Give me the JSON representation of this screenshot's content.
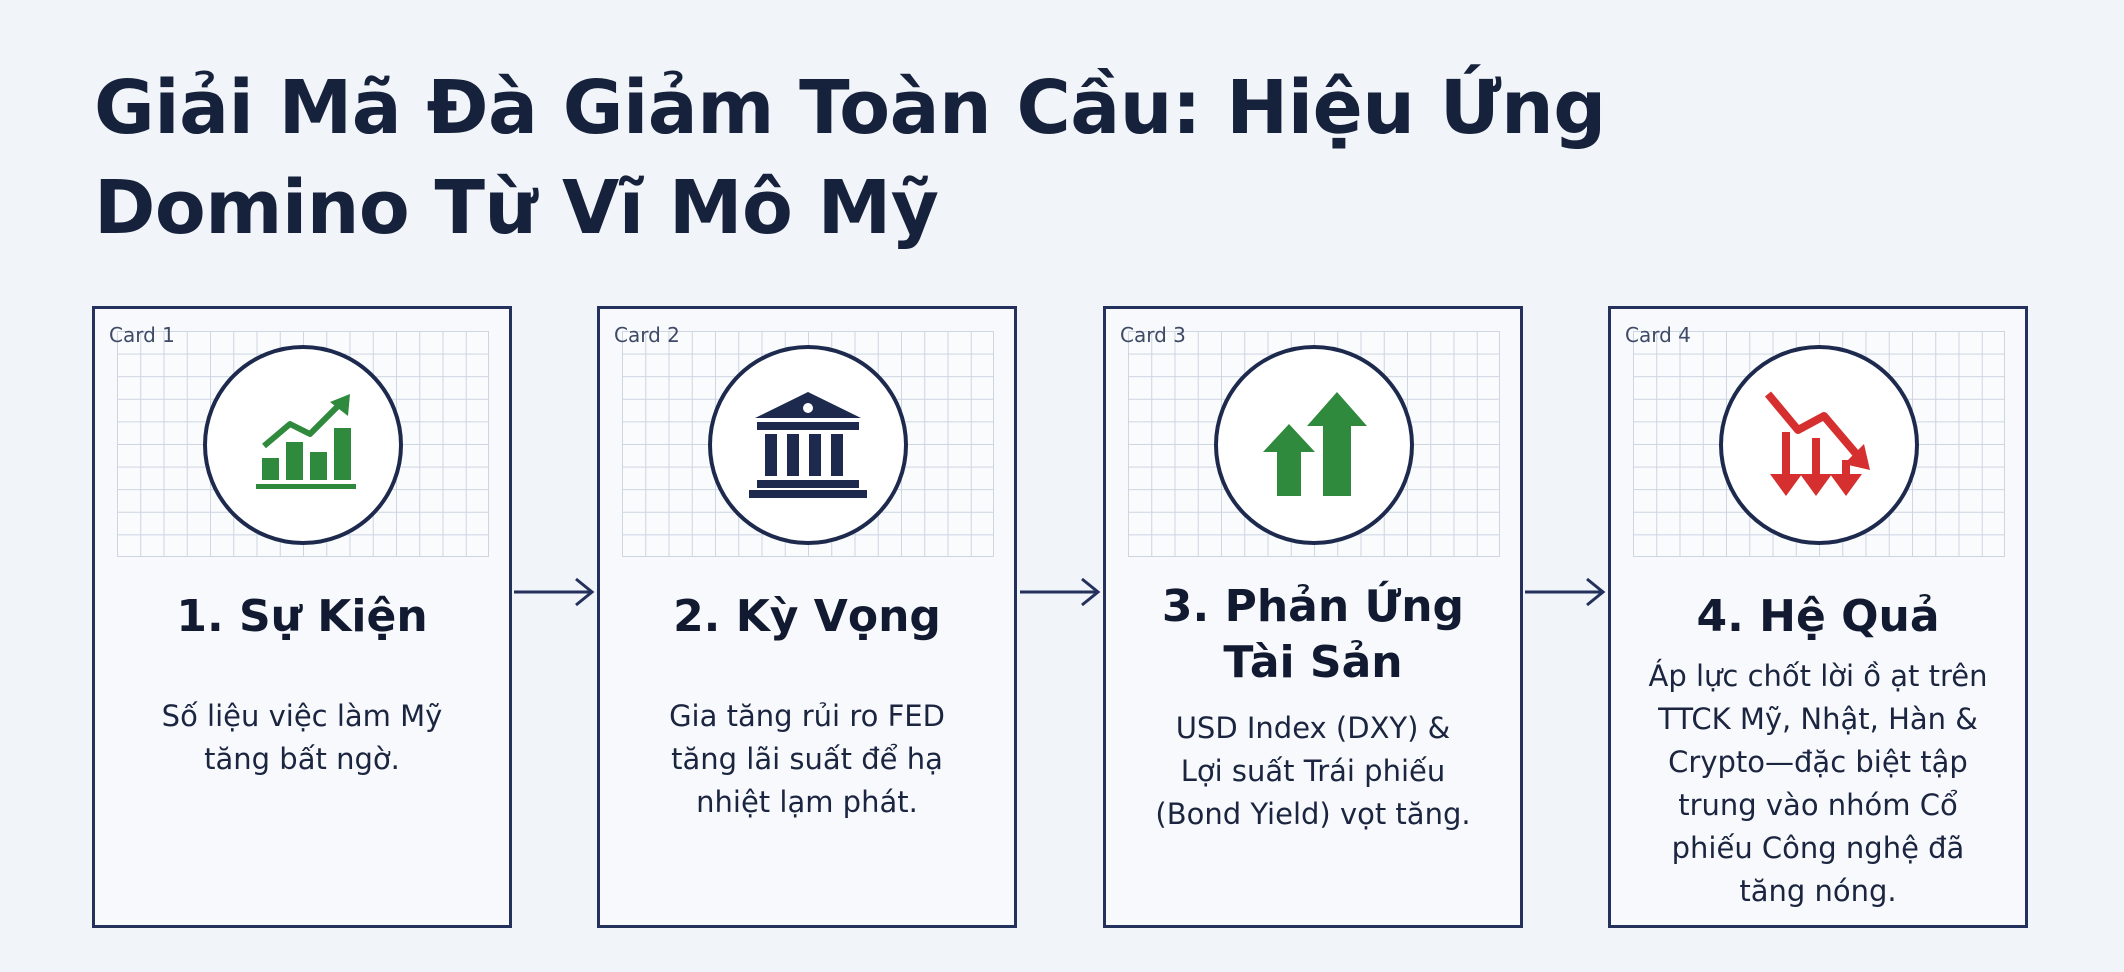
{
  "title": {
    "line1": "Giải Mã Đà Giảm Toàn Cầu: Hiệu Ứng",
    "line2": "Domino Từ Vĩ Mô Mỹ"
  },
  "colors": {
    "navy": "#1d2a4e",
    "green": "#2f8a3d",
    "red": "#d62f2f"
  },
  "cards": [
    {
      "tag": "Card 1",
      "icon": "bar-chart-up-icon",
      "heading": "1. Sự Kiện",
      "body": "Số liệu việc làm Mỹ\ntăng bất ngờ."
    },
    {
      "tag": "Card 2",
      "icon": "bank-building-icon",
      "heading": "2. Kỳ Vọng",
      "body": "Gia tăng rủi ro FED\ntăng lãi suất để hạ\nnhiệt lạm phát."
    },
    {
      "tag": "Card 3",
      "icon": "double-arrow-up-icon",
      "heading_line1": "3. Phản Ứng",
      "heading_line2": "Tài Sản",
      "body": "USD Index (DXY) &\nLợi suất Trái phiếu\n(Bond Yield) vọt tăng."
    },
    {
      "tag": "Card 4",
      "icon": "trend-down-arrows-icon",
      "heading": "4. Hệ Quả",
      "body": "Áp lực chốt lời ồ ạt trên\nTTCK Mỹ, Nhật, Hàn &\nCrypto—đặc biệt tập\ntrung vào nhóm Cổ\nphiếu Công nghệ đã\ntăng nóng."
    }
  ]
}
